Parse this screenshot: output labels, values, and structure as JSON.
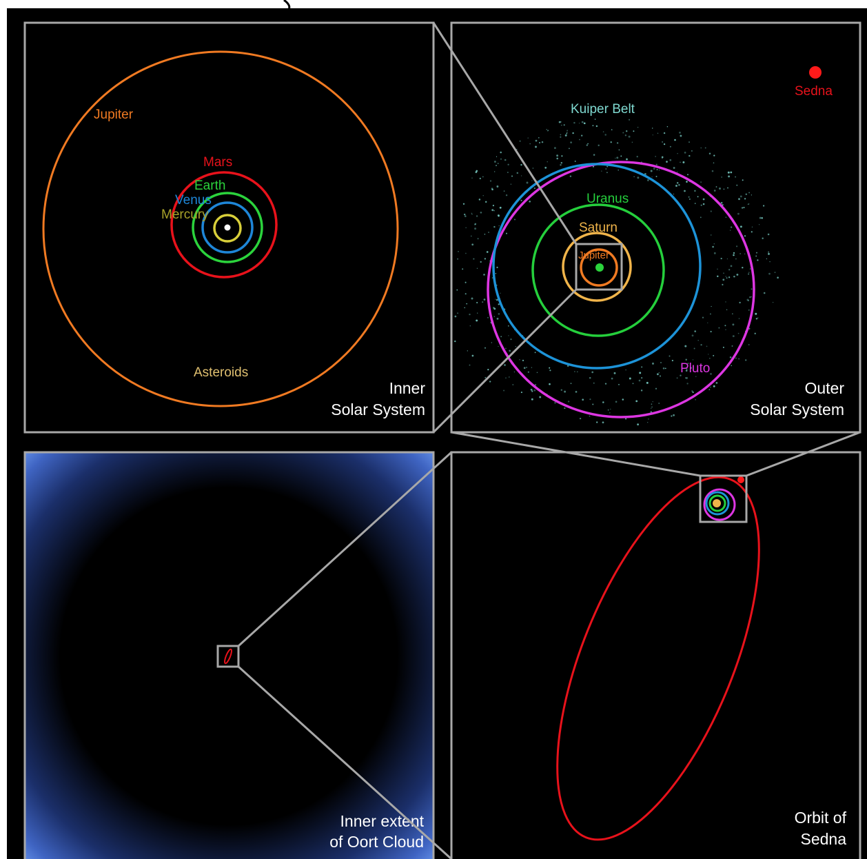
{
  "colors": {
    "background": "#000000",
    "frame": "#a8a8a8",
    "sun": "#ffffff",
    "mercury": "#d8cf3a",
    "venus": "#1e86d8",
    "earth": "#2bd33c",
    "mars": "#e8121b",
    "jupiter": "#f07a22",
    "saturn": "#f0b44a",
    "uranus": "#25cf3c",
    "neptune": "#1d93d8",
    "pluto": "#dd36e2",
    "kuiper": "#7fd9d0",
    "sedna": "#ff1a1a",
    "oort": "#5e8ee8"
  },
  "panels": {
    "inner": {
      "title_line1": "Inner",
      "title_line2": "Solar System",
      "labels": {
        "jupiter": "Jupiter",
        "mars": "Mars",
        "earth": "Earth",
        "venus": "Venus",
        "mercury": "Mercury",
        "asteroids": "Asteroids"
      }
    },
    "outer": {
      "title_line1": "Outer",
      "title_line2": "Solar System",
      "labels": {
        "kuiper_belt": "Kuiper Belt",
        "sedna": "Sedna",
        "uranus": "Uranus",
        "saturn": "Saturn",
        "jupiter": "Jupiter",
        "pluto": "Pluto"
      }
    },
    "oort": {
      "title_line1": "Inner extent",
      "title_line2": "of Oort Cloud"
    },
    "sedna": {
      "title_line1": "Orbit of",
      "title_line2": "Sedna"
    }
  }
}
